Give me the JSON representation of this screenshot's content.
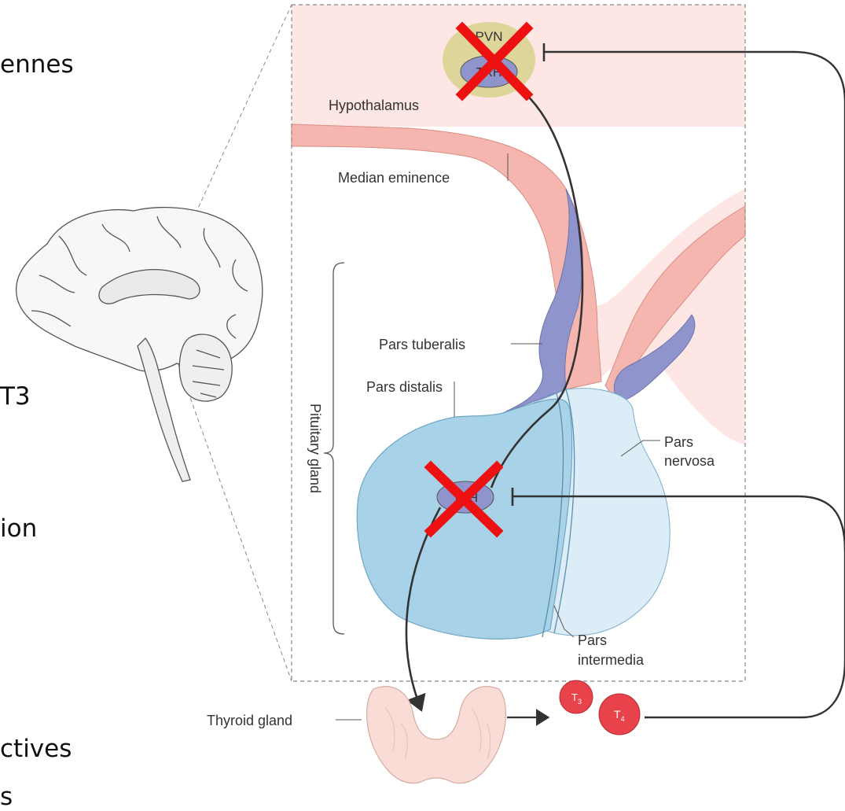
{
  "slide_fragments": [
    "ennes",
    "T3",
    "ion",
    "ctives",
    "s"
  ],
  "labels": {
    "pvn": "PVN",
    "trh": "TRH",
    "hypothalamus": "Hypothalamus",
    "median_eminence": "Median eminence",
    "pars_tuberalis": "Pars tuberalis",
    "pars_distalis": "Pars distalis",
    "pituitary_gland": "Pituitary gland",
    "pars_nervosa_1": "Pars",
    "pars_nervosa_2": "nervosa",
    "tsh": "TSH",
    "pars_intermedia_1": "Pars",
    "pars_intermedia_2": "intermedia",
    "thyroid_gland": "Thyroid gland",
    "t3": "T",
    "t3_sub": "3",
    "t4": "T",
    "t4_sub": "4"
  },
  "colors": {
    "hypothalamus_bg": "#fde6e3",
    "median_eminence": "#f4b6ae",
    "pars_tuberalis": "#8f95cc",
    "pars_distalis": "#a8d2e8",
    "pars_nervosa": "#dcedf7",
    "pvn_halo": "#ddd59a",
    "hormone_ball": "#e8424b",
    "cross": "#ee1111",
    "arrow": "#333333"
  },
  "icons": [
    "brain-illustration",
    "thyroid-gland-illustration",
    "cross-mark-icon",
    "inhibition-arrow-icon"
  ]
}
